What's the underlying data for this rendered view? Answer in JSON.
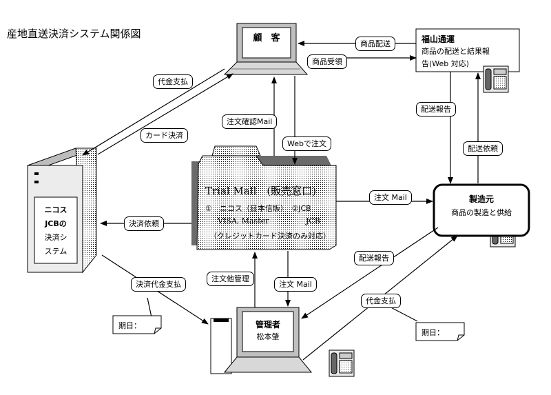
{
  "title": "産地直送決済システム関係図",
  "customer": "顧　客",
  "fukuyama": {
    "name": "福山通運",
    "desc1": "商品の配送と結果報",
    "desc2": "告(Web 対応)"
  },
  "trial_mall": {
    "title": "Trial Mall　(販売窓口)",
    "line1": "①　ニコス（日本信販）　②JCB",
    "line2_left": "VISA, Master",
    "line2_right": "JCB",
    "line3": "（クレジットカード決済のみ対応）"
  },
  "nicos": {
    "line1": "ニコス",
    "line2": "JCBの",
    "line3": "決済シ",
    "line4": "ステム"
  },
  "maker": {
    "name": "製造元",
    "desc": "商品の製造と供給"
  },
  "admin": {
    "role": "管理者",
    "name": "松本肇"
  },
  "labels": {
    "shohin_haiso": "商品配送",
    "shohin_juryo": "商品受領",
    "daikin_shiharai_top": "代金支払",
    "card_kessai": "カード決済",
    "chumon_kakunin": "注文確認Mail",
    "web_chumon": "Webで注文",
    "haiso_hokoku_top": "配送報告",
    "haiso_irai": "配送依頼",
    "chumon_mail_right": "注文 Mail",
    "kessai_irai": "決済依頼",
    "haiso_hokoku_bottom": "配送報告",
    "chumon_ta_kanri": "注文他管理",
    "chumon_mail_bottom": "注文 Mail",
    "kessai_daikin": "決済代金支払",
    "daikin_shiharai_bottom": "代金支払",
    "kijitsu_left": "期日：",
    "kijitsu_right": "期日："
  }
}
